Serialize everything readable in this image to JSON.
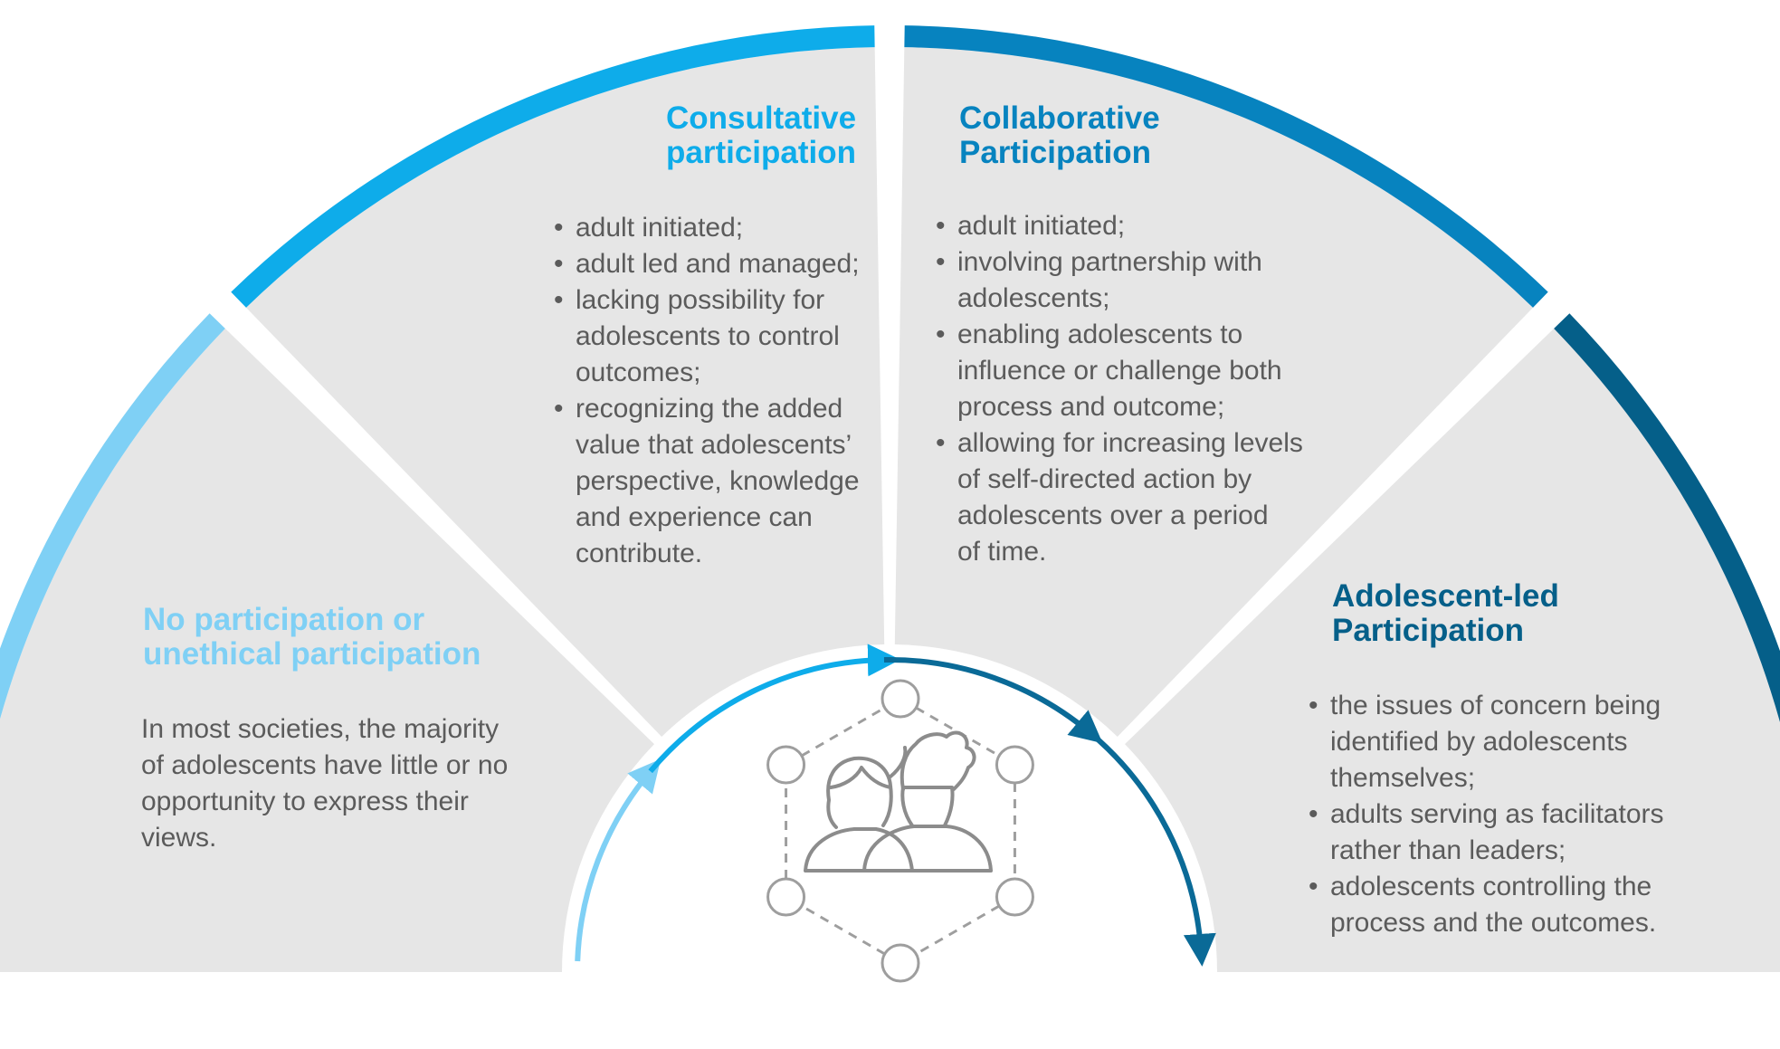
{
  "colors": {
    "segment_fill": "#e6e6e6",
    "band_1": "#7fd0f5",
    "band_2": "#0eacea",
    "band_3": "#0783bf",
    "band_4": "#055f89",
    "arrow_left": "#7fd0f5",
    "arrow_mid": "#0eacea",
    "arrow_right": "#0a6a97",
    "hexagon": "#9e9e9e"
  },
  "center_icon": "adolescents-icon",
  "segments": [
    {
      "id": "no-participation",
      "title": "No participation or unethical participation",
      "title_lines": [
        "No participation or",
        "unethical participation"
      ],
      "body": "In most societies, the majority of adolescents have little or no opportunity to express their views.",
      "body_lines": [
        "In most societies, the majority",
        "of adolescents have little or no",
        "opportunity to express their",
        "views."
      ]
    },
    {
      "id": "consultative",
      "title": "Consultative participation",
      "title_lines": [
        "Consultative",
        "participation"
      ],
      "items": [
        [
          "adult initiated;"
        ],
        [
          "adult led and managed;"
        ],
        [
          "lacking possibility for",
          "adolescents to control",
          "outcomes;"
        ],
        [
          "recognizing the added",
          "value that adolescents’",
          "perspective, knowledge",
          "and experience can",
          "contribute."
        ]
      ]
    },
    {
      "id": "collaborative",
      "title": "Collaborative Participation",
      "title_lines": [
        "Collaborative",
        "Participation"
      ],
      "items": [
        [
          "adult initiated;"
        ],
        [
          "involving partnership with",
          "adolescents;"
        ],
        [
          "enabling adolescents to",
          "influence or challenge both",
          "process and outcome;"
        ],
        [
          "allowing for increasing levels",
          "of self-directed action by",
          "adolescents over a period",
          "of time."
        ]
      ]
    },
    {
      "id": "adolescent-led",
      "title": "Adolescent-led Participation",
      "title_lines": [
        "Adolescent-led",
        "Participation"
      ],
      "items": [
        [
          "the issues of concern being",
          "identified by adolescents",
          "themselves;"
        ],
        [
          "adults serving as facilitators",
          "rather than leaders;"
        ],
        [
          "adolescents controlling the",
          "process and the outcomes."
        ]
      ]
    }
  ]
}
